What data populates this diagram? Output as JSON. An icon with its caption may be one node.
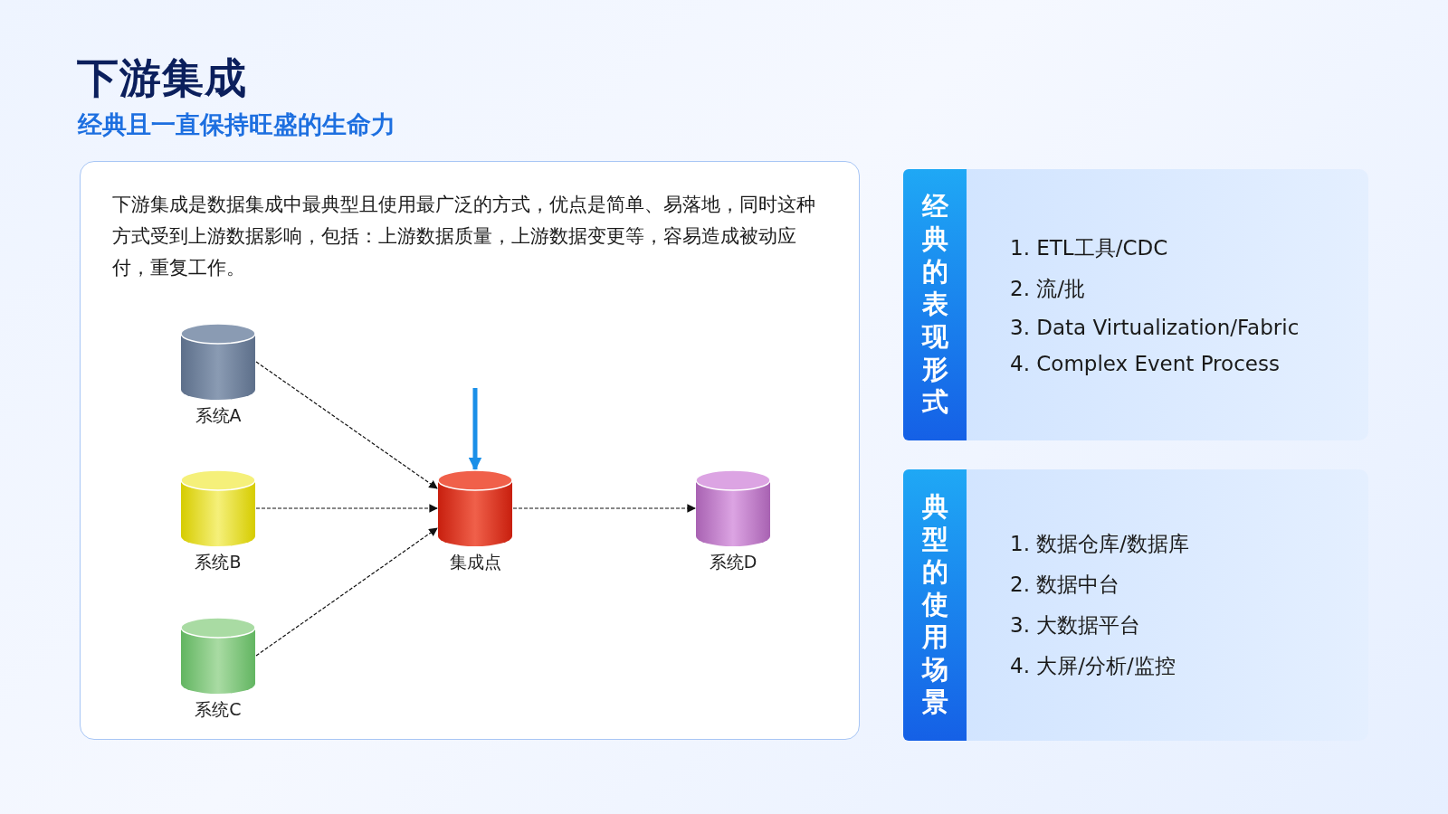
{
  "diagram": {
    "title": "下游集成",
    "nodes": [
      {
        "text": [
          "下游集成是数据集成中最典型且使用最广泛的方式，优点是简单、易落地，同时这种方式受到上游数据影响，包括：上游数据质量，上游数据变更等，容易造成被动应付，重复工作。"
        ]
      },
      {
        "text": [
          "系统A"
        ],
        "in": 0
      },
      {
        "text": [
          "系统B"
        ],
        "in": 0
      },
      {
        "text": [
          "系统C"
        ],
        "in": 0
      },
      {
        "text": [
          "集成点"
        ],
        "in": 0
      },
      {
        "text": [
          "系统D"
        ],
        "in": 0
      },
      {
        "text": [
          "经典的表现形式",
          "1. ETL工具/CDC",
          "2. 流/批",
          "3. Data Virtualization/Fabric",
          "4. Complex Event Process"
        ]
      },
      {
        "text": [
          "典型的使用场景",
          "1. 数据仓库/数据库",
          "2. 数据中台",
          "3. 大数据平台",
          "4. 大屏/分析/监控"
        ]
      }
    ],
    "edges": [
      {
        "from": 1,
        "to": 4,
        "arrow": "to",
        "style": "dashed"
      },
      {
        "from": 2,
        "to": 4,
        "arrow": "to",
        "style": "dashed"
      },
      {
        "from": 3,
        "to": 4,
        "arrow": "to",
        "style": "dashed"
      },
      {
        "from": null,
        "to": 4,
        "arrow": "to",
        "style": "thick",
        "color": "#1a8fe8"
      },
      {
        "from": 4,
        "to": 5,
        "arrow": "to",
        "style": "dashed"
      }
    ],
    "labels": [
      "经典且一直保持旺盛的生命力"
    ]
  }
}
